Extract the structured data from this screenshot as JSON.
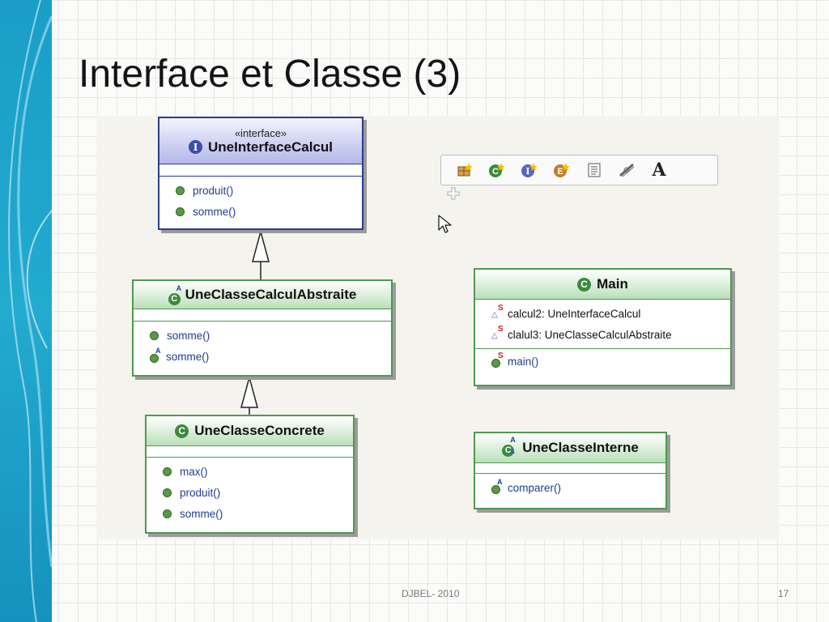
{
  "slide": {
    "title": "Interface et Classe (3)",
    "footer": "DJBEL- 2010",
    "page_number": "17"
  },
  "diagram": {
    "interface": {
      "stereotype": "«interface»",
      "name": "UneInterfaceCalcul",
      "methods": [
        "produit()",
        "somme()"
      ]
    },
    "abstract_class": {
      "name": "UneClasseCalculAbstraite",
      "methods": [
        "somme()",
        "somme()"
      ]
    },
    "concrete_class": {
      "name": "UneClasseConcrete",
      "methods": [
        "max()",
        "produit()",
        "somme()"
      ]
    },
    "main_class": {
      "name": "Main",
      "attributes": [
        "calcul2: UneInterfaceCalcul",
        "clalul3: UneClasseCalculAbstraite"
      ],
      "methods": [
        "main()"
      ]
    },
    "inner_class": {
      "name": "UneClasseInterne",
      "methods": [
        "comparer()"
      ]
    },
    "palette": {
      "tools": [
        "new-package-icon",
        "new-class-icon",
        "new-interface-icon",
        "new-enum-icon",
        "note-icon",
        "association-icon",
        "text-icon"
      ],
      "text_tool_label": "A"
    }
  },
  "colors": {
    "class_border": "#4e9a4e",
    "interface_border": "#2c3d8c",
    "method_text": "#1f3d8f"
  }
}
